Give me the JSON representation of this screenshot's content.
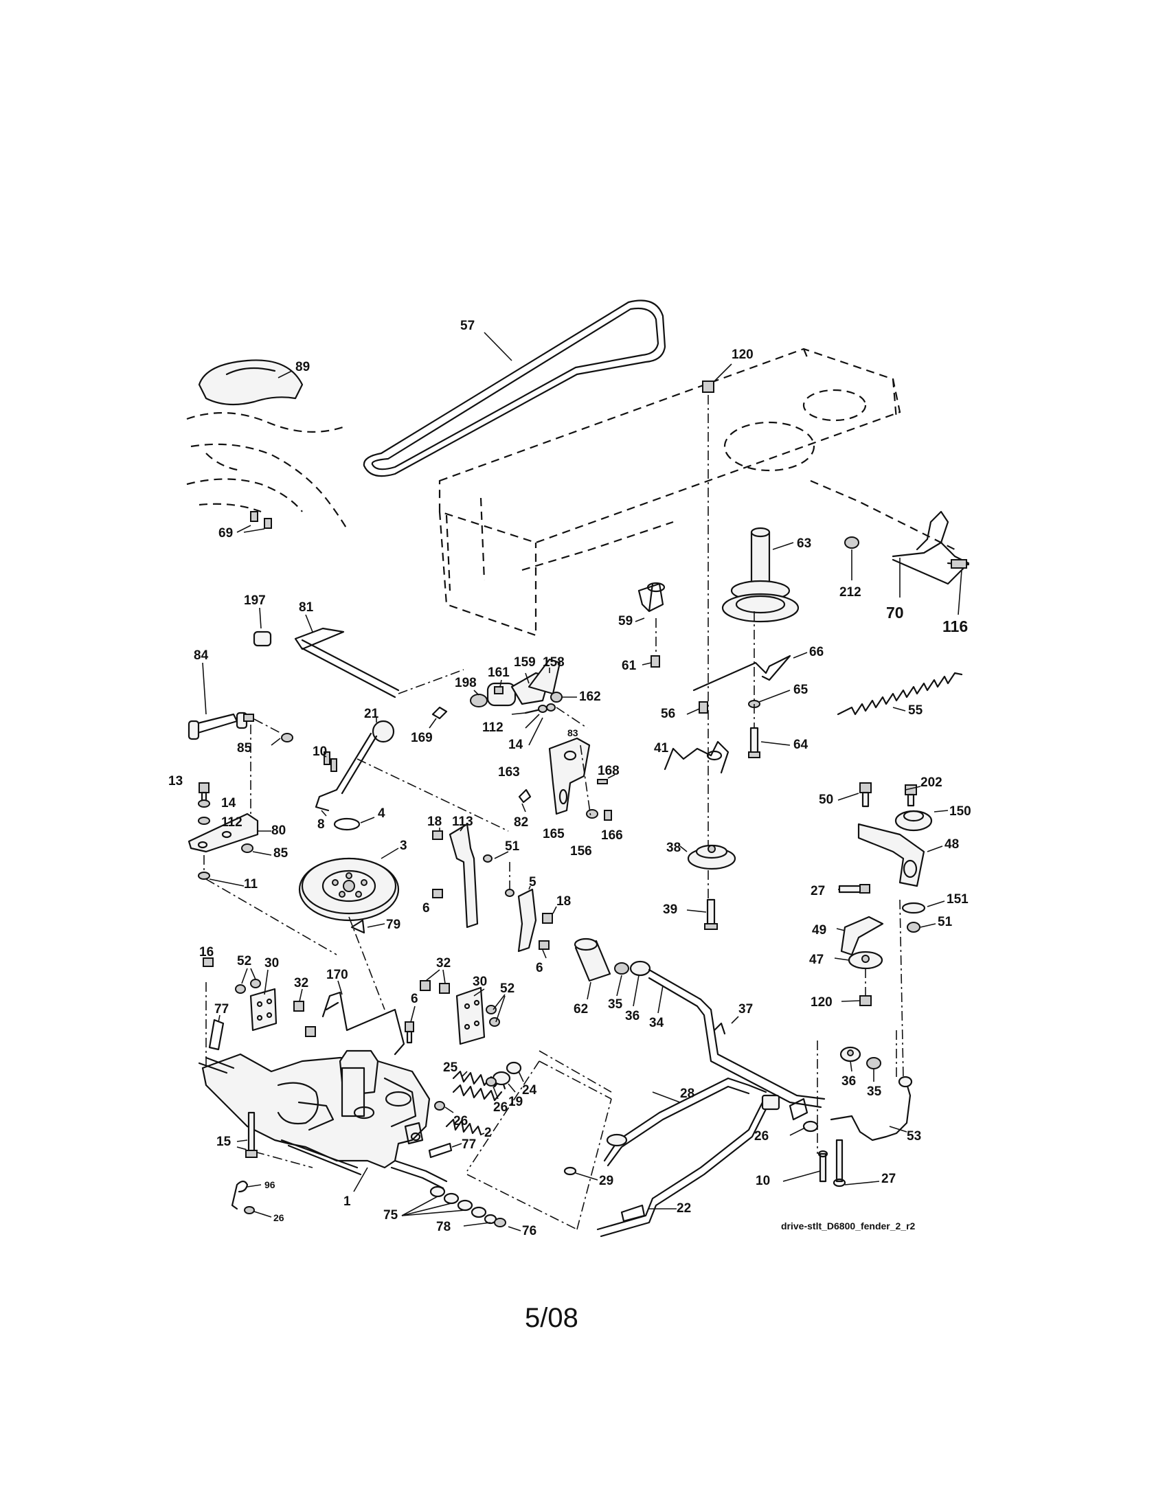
{
  "diagram": {
    "reference_code": "drive-stlt_D6800_fender_2_r2",
    "date_label": "5/08",
    "callouts": {
      "c57": "57",
      "c89": "89",
      "c120a": "120",
      "c69": "69",
      "c63": "63",
      "c212": "212",
      "c70": "70",
      "c116": "116",
      "c197": "197",
      "c81": "81",
      "c59": "59",
      "c66": "66",
      "c61": "61",
      "c84": "84",
      "c198": "198",
      "c161": "161",
      "c159": "159",
      "c158": "158",
      "c162": "162",
      "c65": "65",
      "c56": "56",
      "c64": "64",
      "c55": "55",
      "c85a": "85",
      "c21": "21",
      "c169": "169",
      "c112a": "112",
      "c83": "83",
      "c14a": "14",
      "c10a": "10",
      "c13": "13",
      "c163": "163",
      "c41": "41",
      "c14b": "14",
      "c168": "168",
      "c8": "8",
      "c112b": "112",
      "c80": "80",
      "c82": "82",
      "c4": "4",
      "c18a": "18",
      "c113": "113",
      "c165": "165",
      "c166": "166",
      "c156": "156",
      "c50": "50",
      "c202": "202",
      "c150": "150",
      "c85b": "85",
      "c3": "3",
      "c38": "38",
      "c48": "48",
      "c11": "11",
      "c51a": "51",
      "c5": "5",
      "c18b": "18",
      "c6a": "6",
      "c27a": "27",
      "c151": "151",
      "c39": "39",
      "c51b": "51",
      "c79": "79",
      "c49": "49",
      "c16": "16",
      "c6b": "6",
      "c47": "47",
      "c52a": "52",
      "c30a": "30",
      "c32a": "32",
      "c30b": "30",
      "c32b": "32",
      "c170": "170",
      "c62": "62",
      "c35a": "35",
      "c36a": "36",
      "c34": "34",
      "c120b": "120",
      "c52b": "52",
      "c6c": "6",
      "c77a": "77",
      "c37": "37",
      "c25": "25",
      "c24": "24",
      "c19": "19",
      "c26a": "26",
      "c36b": "36",
      "c35b": "35",
      "c28": "28",
      "c26b": "26",
      "c2": "2",
      "c53": "53",
      "c15": "15",
      "c77b": "77",
      "c26c": "26",
      "c96": "96",
      "c29": "29",
      "c22": "22",
      "c10b": "10",
      "c27b": "27",
      "c26d": "26",
      "c1": "1",
      "c75": "75",
      "c78": "78",
      "c76": "76"
    }
  }
}
